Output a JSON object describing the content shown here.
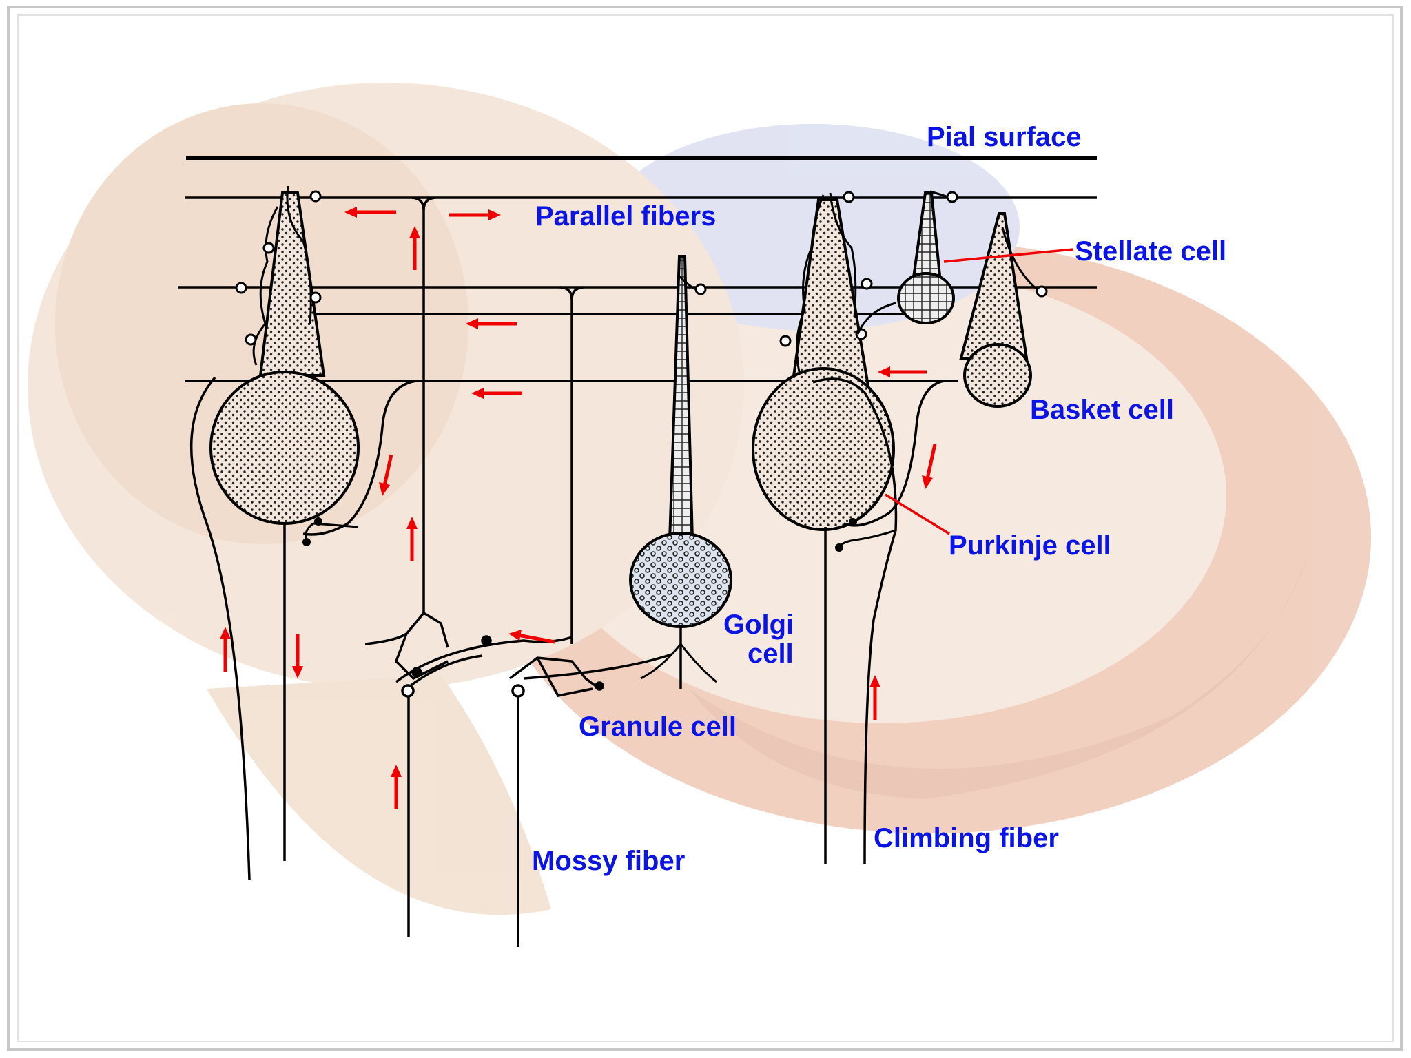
{
  "colors": {
    "label": "#0a14e6",
    "arrow": "#f00000",
    "line": "#000000",
    "cell_fill": "#f3e6dc",
    "golgi_fill": "#dde4ee",
    "bg_tissue": "#efd8c6",
    "bg_tissue_dark": "#e3b59a",
    "bg_blue": "#dfe1f0"
  },
  "labels": {
    "pial_surface": "Pial surface",
    "parallel_fibers": "Parallel fibers",
    "stellate_cell": "Stellate cell",
    "basket_cell": "Basket cell",
    "purkinje_cell": "Purkinje cell",
    "golgi_line1": "Golgi",
    "golgi_line2": "cell",
    "granule_cell": "Granule cell",
    "mossy_fiber": "Mossy fiber",
    "climbing_fiber": "Climbing fiber"
  }
}
